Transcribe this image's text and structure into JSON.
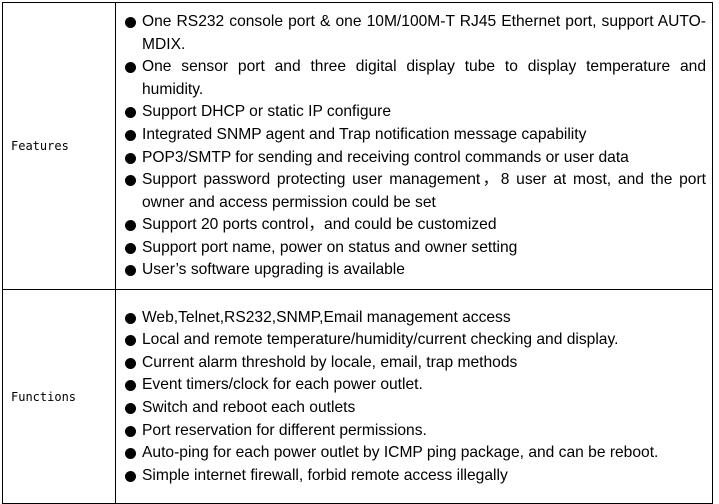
{
  "sections": [
    {
      "label": "Features",
      "items": [
        "One RS232 console port & one 10M/100M-T RJ45 Ethernet port, support AUTO-MDIX.",
        "One sensor port and three digital display tube to display temperature and humidity.",
        "Support DHCP or static IP configure",
        "Integrated SNMP agent and Trap notification message capability",
        "POP3/SMTP for sending and receiving control commands or user data",
        "Support password protecting user management，8 user at most, and the port owner and access permission could be set",
        "Support 20 ports control，and could be customized",
        "Support port name, power on status and owner setting",
        "User’s software upgrading is available"
      ]
    },
    {
      "label": "Functions",
      "items": [
        "Web,Telnet,RS232,SNMP,Email management access",
        "Local and remote temperature/humidity/current checking and display.",
        "Current alarm threshold by locale, email, trap methods",
        "Event timers/clock for each power outlet.",
        "Switch and reboot each outlets",
        "Port reservation for different permissions.",
        "Auto-ping for each power outlet by ICMP ping package, and can be reboot.",
        "Simple internet firewall, forbid remote access illegally"
      ]
    }
  ]
}
